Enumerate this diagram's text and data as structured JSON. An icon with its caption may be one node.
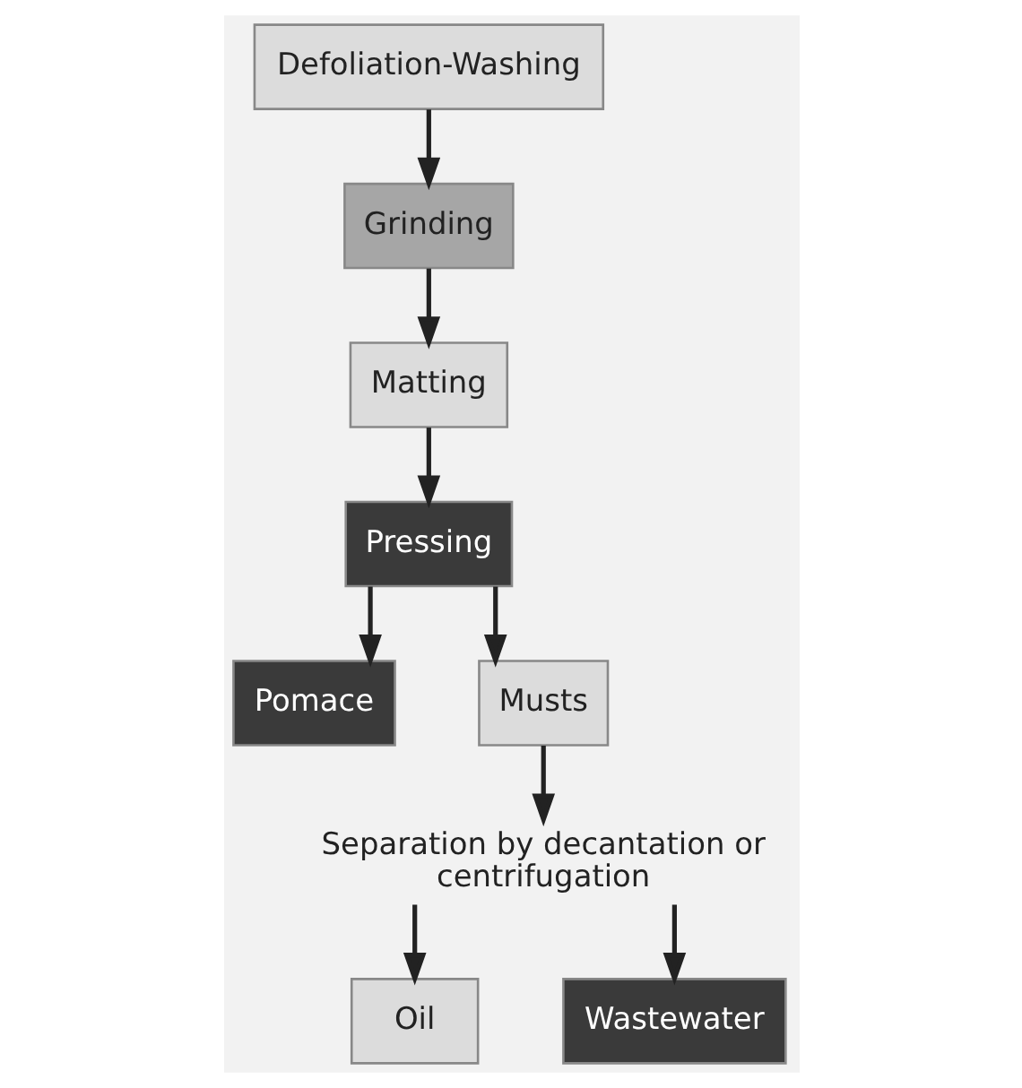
{
  "diagram": {
    "nodes": [
      {
        "text": [
          "Defoliation-Washing"
        ]
      },
      {
        "text": [
          "Grinding"
        ]
      },
      {
        "text": [
          "Matting"
        ]
      },
      {
        "text": [
          "Pressing"
        ]
      },
      {
        "text": [
          "Pomace"
        ]
      },
      {
        "text": [
          "Musts"
        ]
      },
      {
        "text": [
          "Separation by decantation or centrifugation"
        ]
      },
      {
        "text": [
          "Oil"
        ]
      },
      {
        "text": [
          "Wastewater"
        ]
      }
    ],
    "edges": [
      {
        "from": 0,
        "to": 1,
        "arrow": "to"
      },
      {
        "from": 1,
        "to": 2,
        "arrow": "to"
      },
      {
        "from": 2,
        "to": 3,
        "arrow": "to"
      },
      {
        "from": 3,
        "to": 4,
        "arrow": "to"
      },
      {
        "from": 3,
        "to": 5,
        "arrow": "to"
      },
      {
        "from": 5,
        "to": 6,
        "arrow": "to"
      },
      {
        "from": 6,
        "to": 7,
        "arrow": "to"
      },
      {
        "from": 6,
        "to": 8,
        "arrow": "to"
      }
    ]
  }
}
